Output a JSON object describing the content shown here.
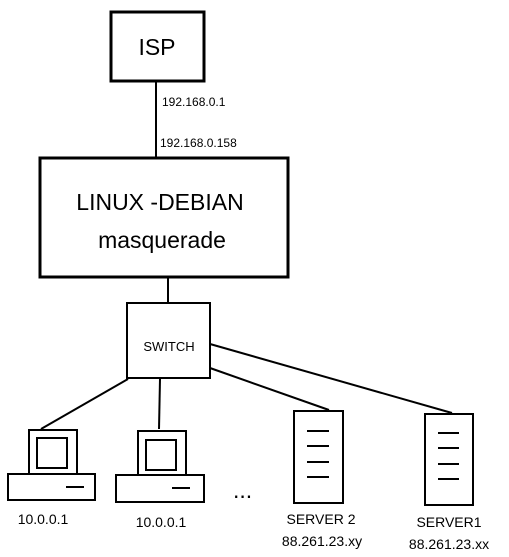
{
  "isp": {
    "label": "ISP"
  },
  "uplink": {
    "isp_side_ip": "192.168.0.1",
    "router_side_ip": "192.168.0.158"
  },
  "router": {
    "line1": "LINUX -DEBIAN",
    "line2": "masquerade"
  },
  "switch": {
    "label": "SWITCH"
  },
  "ellipsis": "...",
  "clients": [
    {
      "ip": "10.0.0.1"
    },
    {
      "ip": "10.0.0.1"
    }
  ],
  "servers": [
    {
      "name": "SERVER 2",
      "ip": "88.261.23.xy"
    },
    {
      "name": "SERVER1",
      "ip": "88.261.23.xx"
    }
  ],
  "icons": {
    "client": "desktop-computer-icon",
    "server": "server-tower-icon"
  }
}
